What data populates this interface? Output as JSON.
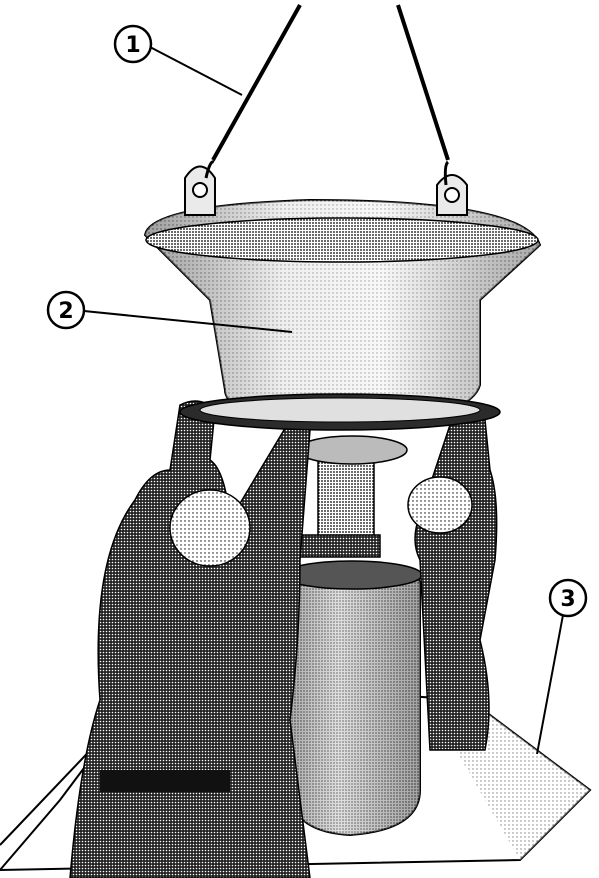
{
  "callouts": [
    {
      "number": "1",
      "part": "lifting-sling"
    },
    {
      "number": "2",
      "part": "bowl-assembly"
    },
    {
      "number": "3",
      "part": "protective-board"
    }
  ],
  "colors": {
    "ink": "#000000",
    "paper": "#ffffff",
    "light_metal": "#d9d9d9",
    "mid_metal": "#9a9a9a",
    "dark_metal": "#4a4a4a",
    "clothing": "#5c5c5c"
  }
}
